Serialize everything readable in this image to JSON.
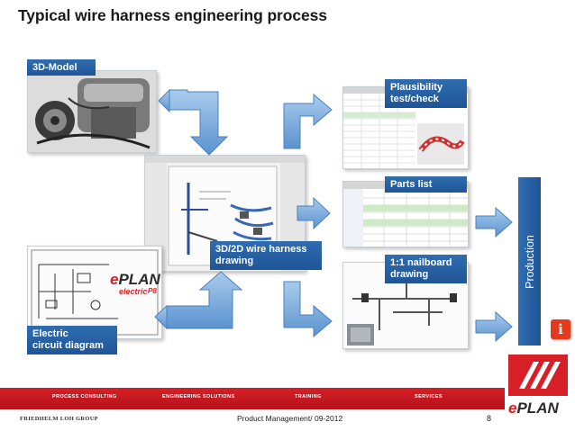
{
  "title": "Typical wire harness engineering process",
  "labels": {
    "model_3d": "3D-Model",
    "plausibility_line1": "Plausibility",
    "plausibility_line2": "test/check",
    "parts_list": "Parts list",
    "harness_line1": "3D/2D wire harness",
    "harness_line2": "drawing",
    "nailboard_line1": "1:1 nailboard",
    "nailboard_line2": "drawing",
    "electric_line1": "Electric",
    "electric_line2": "circuit diagram",
    "production": "Production"
  },
  "electric_logo": {
    "brand_e": "e",
    "brand_rest": "PLAN",
    "product": "electric",
    "version": "P8"
  },
  "navbar": {
    "items": [
      "PROCESS CONSULTING",
      "ENGINEERING SOLUTIONS",
      "TRAINING",
      "SERVICES"
    ]
  },
  "footer": {
    "group": "FRIEDHELM LOH GROUP",
    "center": "Product Management/ 09-2012",
    "page": "8"
  },
  "logo": {
    "brand_e": "e",
    "brand_rest": "PLAN"
  },
  "info_button": "i",
  "colors": {
    "accent_blue": "#2f6db0",
    "arrow_blue": "#5b9bd5",
    "brand_red": "#d61f26"
  }
}
